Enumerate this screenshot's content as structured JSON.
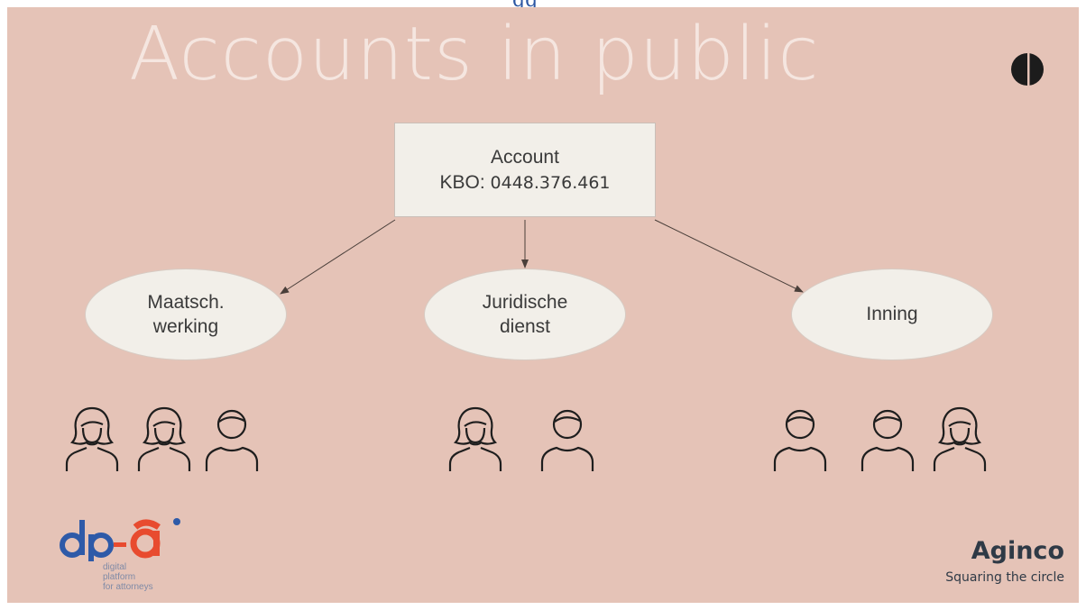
{
  "top_fragment": "gg",
  "title": "Accounts in public",
  "account": {
    "line1": "Account",
    "kbo_label": "KBO: ",
    "kbo_number": "0448.376.461"
  },
  "nodes": [
    {
      "label": "Maatsch.\nwerking",
      "people": [
        "female",
        "female",
        "male"
      ]
    },
    {
      "label": "Juridische\ndienst",
      "people": [
        "female",
        "male"
      ]
    },
    {
      "label": "Inning",
      "people": [
        "male",
        "male",
        "female"
      ]
    }
  ],
  "logos": {
    "dpa_line1": "digital",
    "dpa_line2": "platform",
    "dpa_line3": "for attorneys",
    "agin_name": "Aginco",
    "agin_tag": "Squaring the circle"
  },
  "colors": {
    "background": "#e5c3b7",
    "box": "#f2efe9",
    "title": "#f5e6e0",
    "dpa_blue": "#2e5aa8",
    "dpa_red": "#e84b2f"
  }
}
